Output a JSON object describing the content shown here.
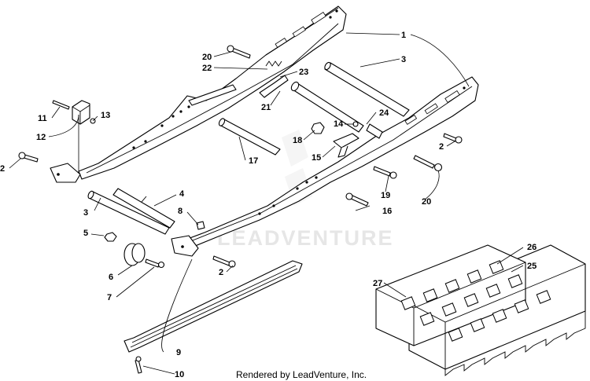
{
  "watermark": "LEADVENTURE",
  "credit": "Rendered by LeadVenture, Inc.",
  "callouts": {
    "c1": "1",
    "c2a": "2",
    "c2b": "2",
    "c2c": "2",
    "c3a": "3",
    "c3b": "3",
    "c4": "4",
    "c5": "5",
    "c6": "6",
    "c7": "7",
    "c8": "8",
    "c9": "9",
    "c10": "10",
    "c11": "11",
    "c12": "12",
    "c13": "13",
    "c14": "14",
    "c15": "15",
    "c16": "16",
    "c17": "17",
    "c18": "18",
    "c19": "19",
    "c20a": "20",
    "c20b": "20",
    "c21": "21",
    "c22": "22",
    "c23": "23",
    "c24": "24",
    "c25": "25",
    "c26": "26",
    "c27": "27"
  }
}
